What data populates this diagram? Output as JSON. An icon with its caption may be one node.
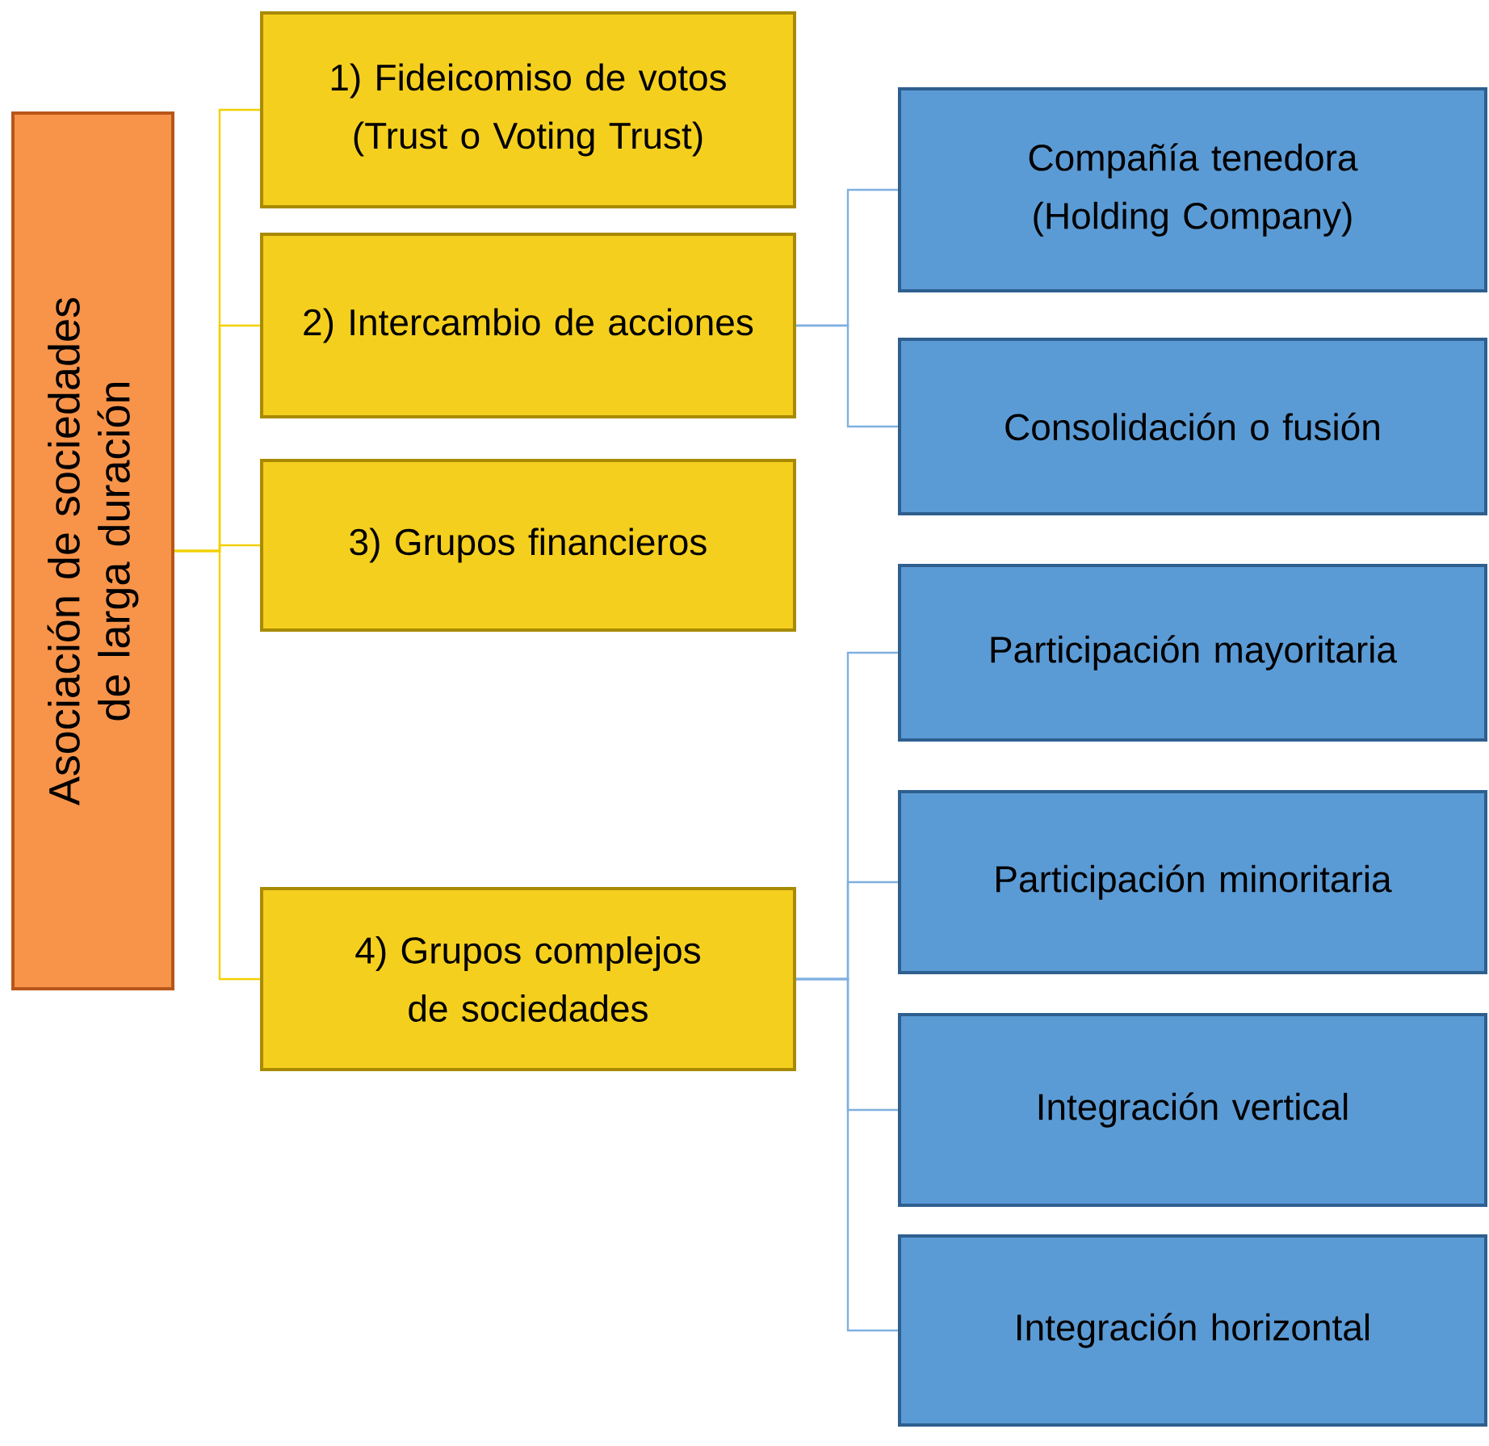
{
  "diagram": {
    "nodes": [
      {
        "text": [
          "Asociación de sociedades de larga duración"
        ]
      },
      {
        "text": [
          "1) Fideicomiso de votos (Trust o Voting Trust)"
        ]
      },
      {
        "text": [
          "2) Intercambio de acciones"
        ]
      },
      {
        "text": [
          "3) Grupos financieros"
        ]
      },
      {
        "text": [
          "4) Grupos complejos de sociedades"
        ]
      },
      {
        "text": [
          "Compañía tenedora (Holding Company)"
        ]
      },
      {
        "text": [
          "Consolidación o fusión"
        ]
      },
      {
        "text": [
          "Participación mayoritaria"
        ]
      },
      {
        "text": [
          "Participación  minoritaria"
        ]
      },
      {
        "text": [
          "Integración vertical"
        ]
      },
      {
        "text": [
          "Integración horizontal"
        ]
      }
    ],
    "edges": [
      {
        "from": 0,
        "to": 1,
        "arrow": "none",
        "color": "#f2d000"
      },
      {
        "from": 0,
        "to": 2,
        "arrow": "none",
        "color": "#f2d000"
      },
      {
        "from": 0,
        "to": 3,
        "arrow": "none",
        "color": "#f2d000"
      },
      {
        "from": 0,
        "to": 4,
        "arrow": "none",
        "color": "#f2d000"
      },
      {
        "from": 2,
        "to": 5,
        "arrow": "none"
      },
      {
        "from": 2,
        "to": 6,
        "arrow": "none"
      },
      {
        "from": 4,
        "to": 7,
        "arrow": "none"
      },
      {
        "from": 4,
        "to": 8,
        "arrow": "none"
      },
      {
        "from": 4,
        "to": 9,
        "arrow": "none"
      },
      {
        "from": 4,
        "to": 10,
        "arrow": "none"
      }
    ]
  }
}
